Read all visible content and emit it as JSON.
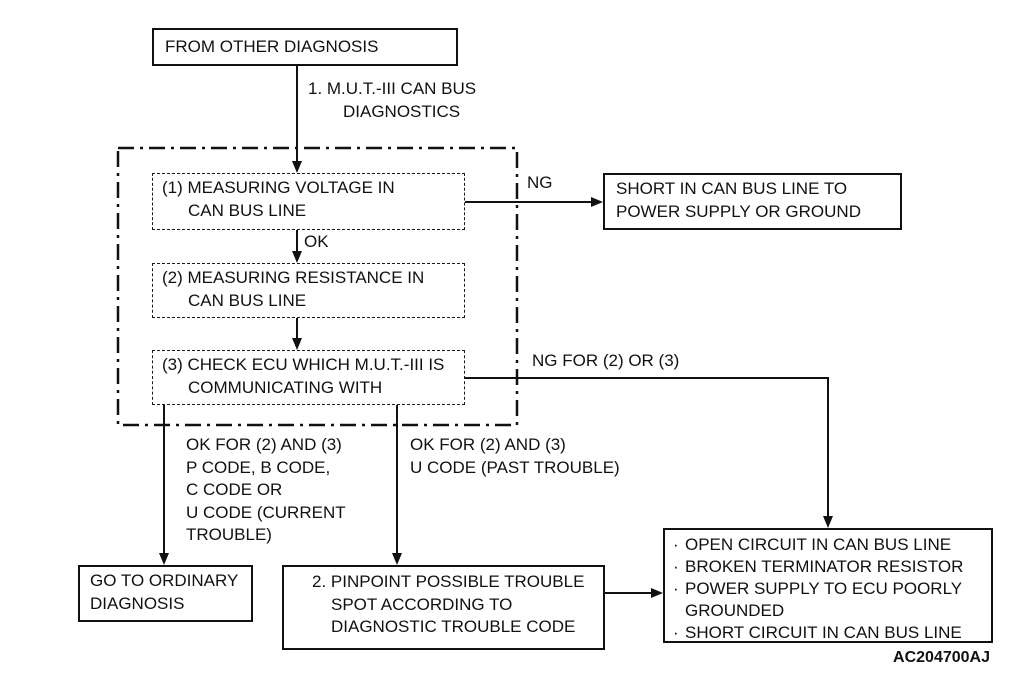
{
  "flowchart": {
    "start_box": {
      "text": "FROM OTHER DIAGNOSIS"
    },
    "mut_label": {
      "line1": "1. M.U.T.-III CAN BUS",
      "line2": "DIAGNOSTICS"
    },
    "steps": {
      "s1": {
        "line1": "(1) MEASURING VOLTAGE IN",
        "line2": "CAN BUS LINE"
      },
      "s2": {
        "line1": "(2) MEASURING RESISTANCE IN",
        "line2": "CAN BUS LINE"
      },
      "s3": {
        "line1": "(3) CHECK ECU WHICH M.U.T.-III IS",
        "line2": "COMMUNICATING WITH"
      }
    },
    "edge_labels": {
      "ng": "NG",
      "ok": "OK",
      "ng23": "NG FOR (2) OR (3)",
      "left_branch": [
        "OK FOR (2) AND (3)",
        "P CODE, B CODE,",
        "C CODE OR",
        "U CODE (CURRENT",
        "TROUBLE)"
      ],
      "right_branch": [
        "OK FOR (2) AND (3)",
        "U CODE (PAST TROUBLE)"
      ]
    },
    "short_box": {
      "line1": "SHORT IN CAN BUS LINE TO",
      "line2": "POWER SUPPLY OR GROUND"
    },
    "goto_box": {
      "line1": "GO TO ORDINARY",
      "line2": "DIAGNOSIS"
    },
    "pinpoint_box": {
      "line1": "2. PINPOINT POSSIBLE TROUBLE",
      "line2": "SPOT ACCORDING TO",
      "line3": "DIAGNOSTIC TROUBLE CODE"
    },
    "result_box": {
      "bullet": "·",
      "items": [
        "OPEN CIRCUIT IN CAN BUS LINE",
        "BROKEN TERMINATOR RESISTOR",
        "POWER SUPPLY TO ECU POORLY GROUNDED",
        "SHORT CIRCUIT IN CAN BUS LINE"
      ]
    },
    "figure_code": "AC204700AJ",
    "colors": {
      "line": "#111111",
      "background": "#ffffff"
    }
  }
}
